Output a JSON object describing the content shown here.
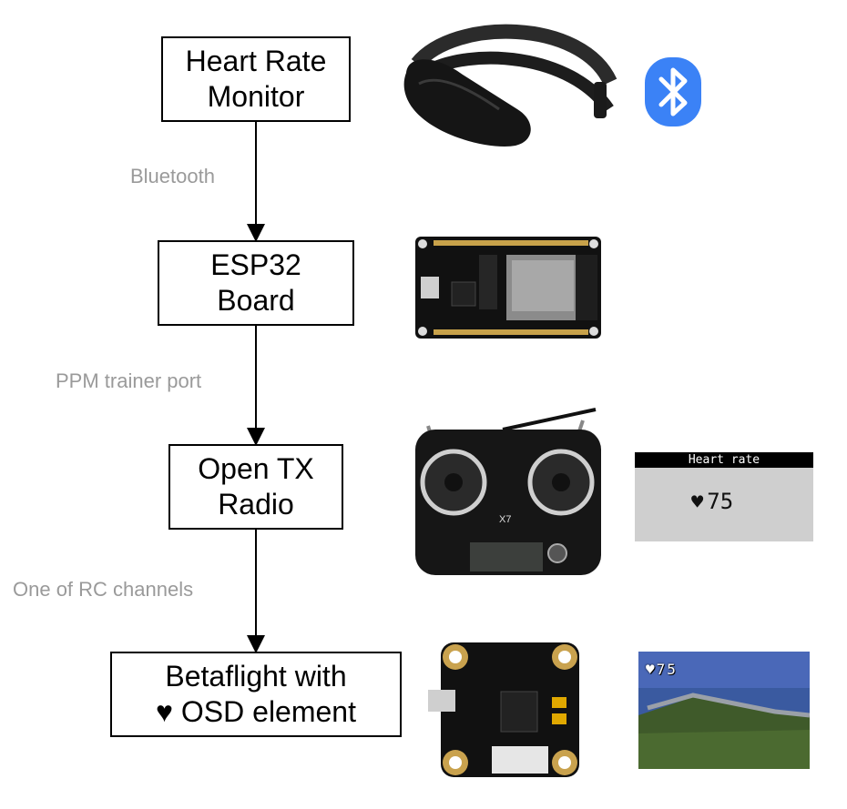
{
  "nodes": {
    "hrm": {
      "line1": "Heart Rate",
      "line2": "Monitor"
    },
    "esp": {
      "line1": "ESP32",
      "line2": "Board"
    },
    "radio": {
      "line1": "Open TX",
      "line2": "Radio"
    },
    "bf": {
      "line1": "Betaflight with",
      "heart": "♥",
      "line2": "OSD element"
    }
  },
  "edges": {
    "e1": "Bluetooth",
    "e2": "PPM trainer port",
    "e3": "One of RC channels"
  },
  "radio_screen": {
    "title": "Heart rate",
    "heart": "♥",
    "value": "75"
  },
  "osd_view": {
    "heart": "♥",
    "value": "75"
  },
  "colors": {
    "bluetooth": "#3b82f6",
    "edge_label": "#9a9a9a",
    "board": "#111111",
    "lcd_bg": "#cfcfcf"
  },
  "icons": [
    "bluetooth-icon",
    "heart-icon"
  ],
  "images": [
    "heart-rate-strap-image",
    "esp32-board-image",
    "taranis-x7-radio-image",
    "flight-controller-image",
    "fpv-osd-frame-image"
  ]
}
